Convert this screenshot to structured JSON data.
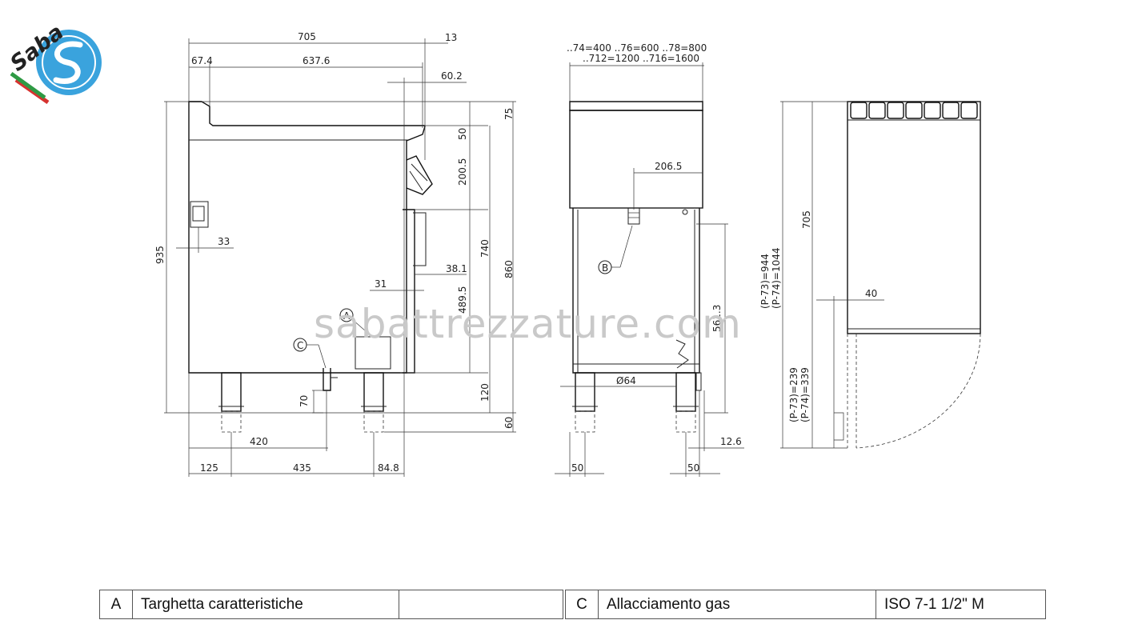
{
  "brand": {
    "logo_text": "Saba",
    "watermark": "sabattrezzature.com"
  },
  "side_view": {
    "dims": {
      "w705": "705",
      "w13": "13",
      "w67_4": "67.4",
      "w637_6": "637.6",
      "w60_2": "60.2",
      "h75": "75",
      "h50": "50",
      "h200_5": "200.5",
      "h740": "740",
      "h860": "860",
      "h935": "935",
      "w33": "33",
      "w38_1": "38.1",
      "w31": "31",
      "h489_5": "489.5",
      "h120": "120",
      "h70": "70",
      "h60": "60",
      "w420": "420",
      "w125": "125",
      "w435": "435",
      "w84_8": "84.8"
    },
    "callouts": {
      "a": "A",
      "c": "C"
    }
  },
  "front_view": {
    "widths_line1": "..74=400  ..76=600  ..78=800",
    "widths_line2": "..712=1200  ..716=1600",
    "dims": {
      "w206_5": "206.5",
      "h561_3": "561.3",
      "d64": "Ø64",
      "w12_6": "12.6",
      "w50_left": "50",
      "w50_right": "50"
    },
    "callouts": {
      "b": "B"
    }
  },
  "top_view": {
    "dims": {
      "h705": "705",
      "p944": "(P-73)=944",
      "p1044": "(P-74)=1044",
      "w40": "40",
      "p239": "(P-73)=239",
      "p339": "(P-74)=339"
    }
  },
  "legend": {
    "rows": [
      {
        "code": "A",
        "label": "Targhetta caratteristiche",
        "value": "",
        "code2": "C",
        "label2": "Allacciamento gas",
        "value2": "ISO 7-1 1/2\" M"
      }
    ]
  },
  "colors": {
    "line": "#222222",
    "watermark": "#c9c9c9",
    "logo_blue": "#3aa3dd",
    "flag_green": "#2e9a44",
    "flag_red": "#d6322f"
  }
}
